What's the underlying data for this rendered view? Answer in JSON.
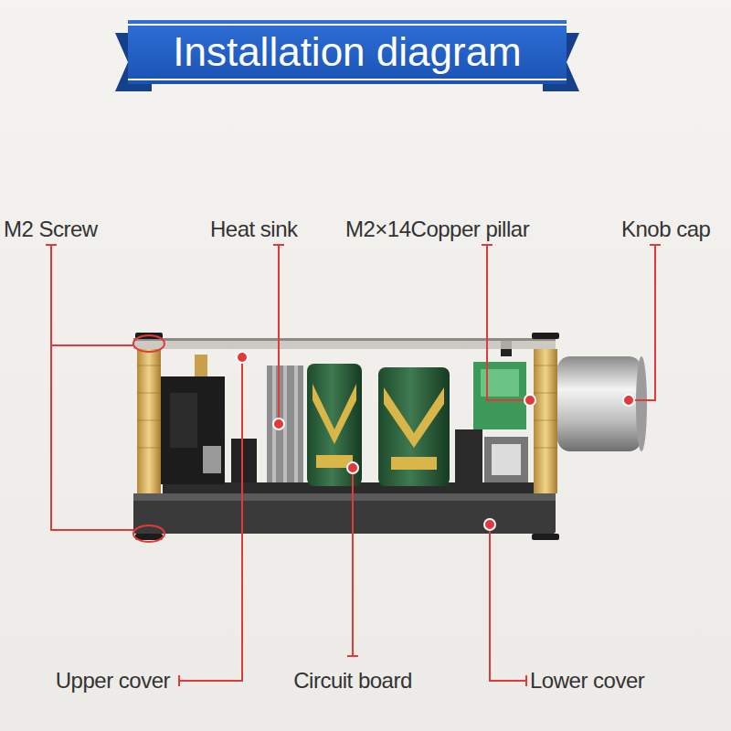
{
  "diagram": {
    "title": "Installation diagram",
    "labels": [
      "M2 Screw",
      "Heat sink",
      "M2×14Copper pillar",
      "Knob cap",
      "Upper cover",
      "Circuit board",
      "Lower cover"
    ]
  }
}
